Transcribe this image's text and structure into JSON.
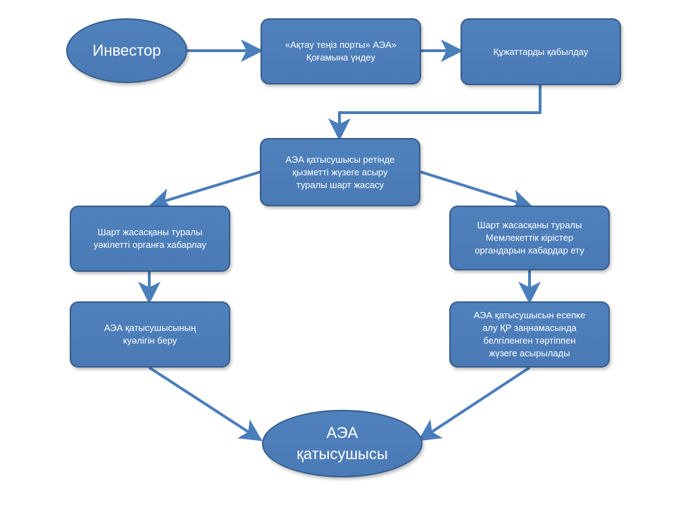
{
  "nodes": {
    "investor": "Инвестор",
    "appeal": "«Ақтау теңіз порты» АЭА»\nҚоғамына үндеу",
    "documents": "Құжаттарды қабылдау",
    "contract": "АЭА қатысушысы ретінде\nқызметті жүзеге асыру\nтуралы шарт жасасу",
    "notify_authority": "Шарт  жасасқаны  туралы\nуәкілетті органға хабарлау",
    "notify_revenue": "Шарт  жасасқаны  туралы\nМемлекеттік кірістер\nоргандарын хабардар ету",
    "certificate": "АЭА қатысушысының\nкуәлігін беру",
    "registration": "АЭА қатысушысын есепке\nалу ҚР заңнамасында\nбелгіленген тәртіппен\nжүзеге асырылады",
    "participant": "АЭА\nқатысушысы"
  },
  "colors": {
    "fill": "#4f81bd",
    "border": "#385d8a",
    "connector": "#4a7ebb",
    "text": "#ffffff"
  }
}
